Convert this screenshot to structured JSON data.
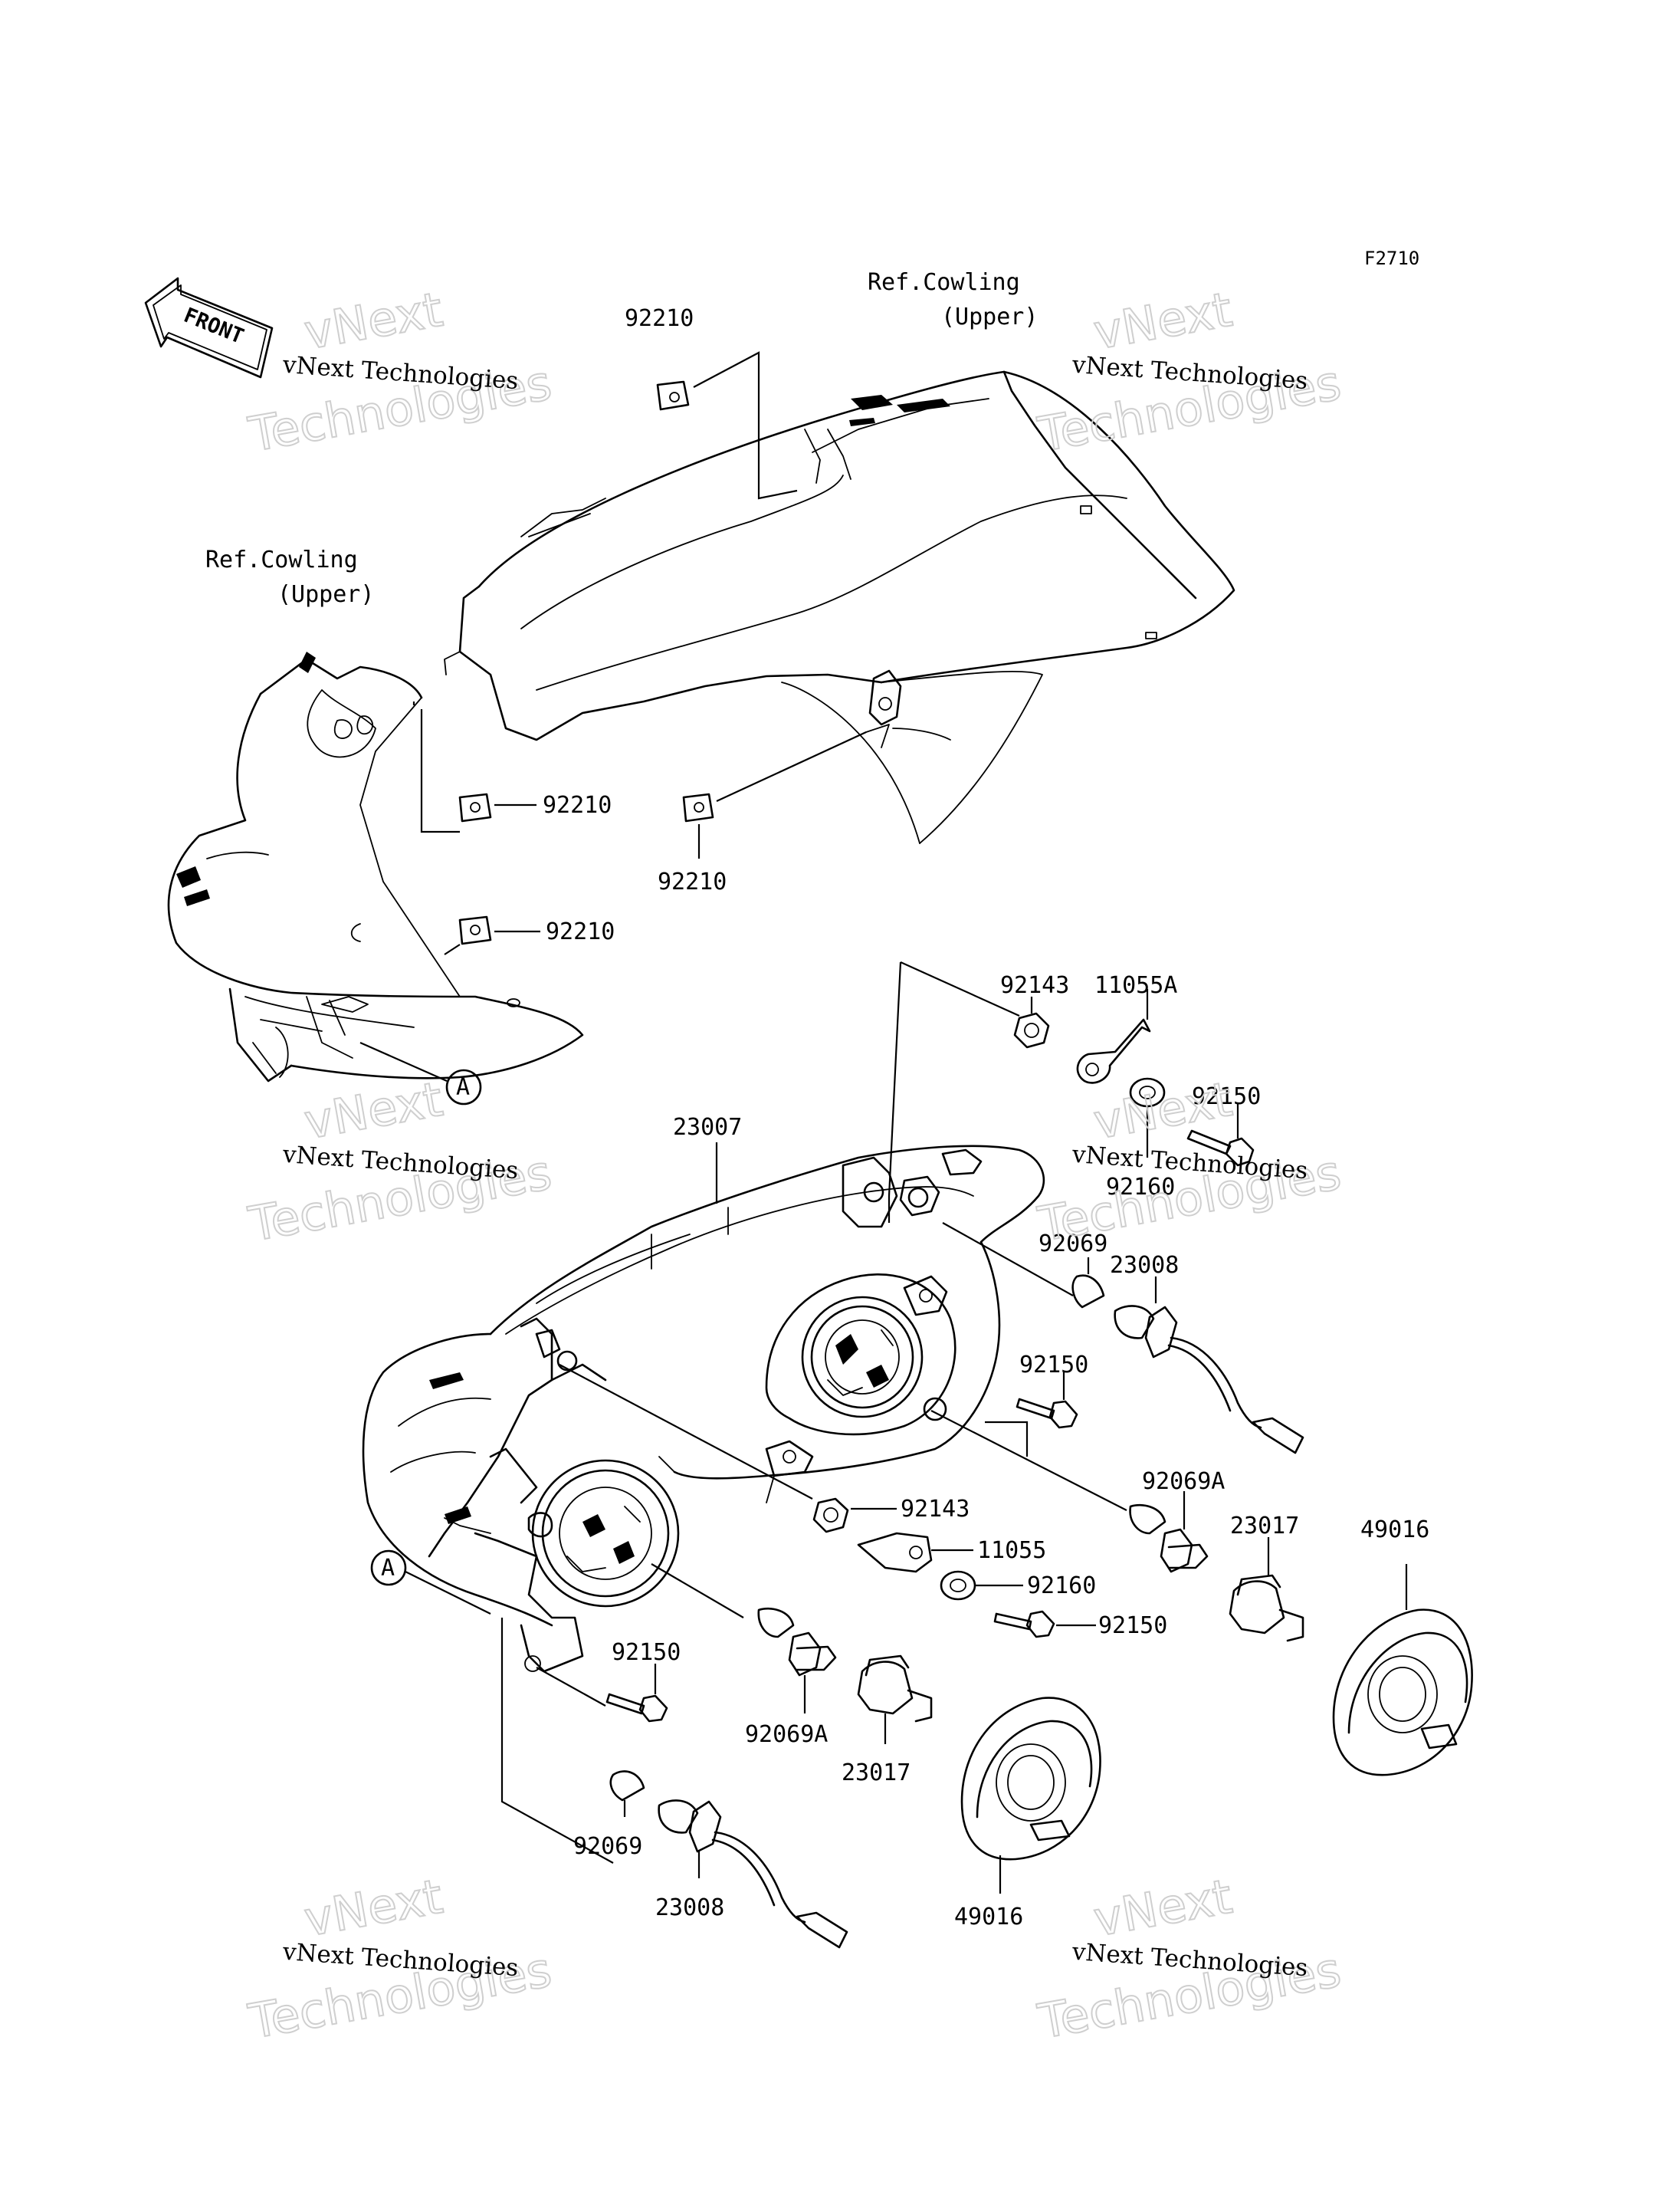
{
  "figure_id": "F2710",
  "front_arrow_label": "FRONT",
  "reference_labels": [
    {
      "line1": "Ref.Cowling",
      "line2": "(Upper)"
    },
    {
      "line1": "Ref.Cowling",
      "line2": "(Upper)"
    }
  ],
  "callout_marker": "A",
  "watermark": {
    "brand": "vNext",
    "word": "Technologies",
    "company": "vNext Technologies"
  },
  "part_labels": [
    "92210",
    "92210",
    "92210",
    "92210",
    "92143",
    "11055A",
    "92150",
    "92160",
    "23007",
    "92069",
    "23008",
    "92150",
    "92069A",
    "23017",
    "92143",
    "11055",
    "92160",
    "92150",
    "49016",
    "92150",
    "92069A",
    "23017",
    "92069",
    "23008",
    "49016"
  ]
}
